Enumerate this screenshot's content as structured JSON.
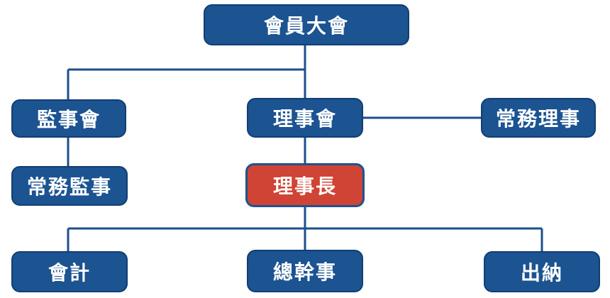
{
  "nodes": {
    "assembly": "會員大會",
    "supervisors": "監事會",
    "standing_supervisor": "常務監事",
    "board": "理事會",
    "standing_director": "常務理事",
    "chairman": "理事長",
    "accountant": "會計",
    "secretary_general": "總幹事",
    "cashier": "出納"
  },
  "colors": {
    "box_fill": "#1c5391",
    "box_border": "#123e72",
    "highlight_fill": "#cf4434",
    "connector": "#1c4f8c",
    "text": "#ffffff"
  }
}
